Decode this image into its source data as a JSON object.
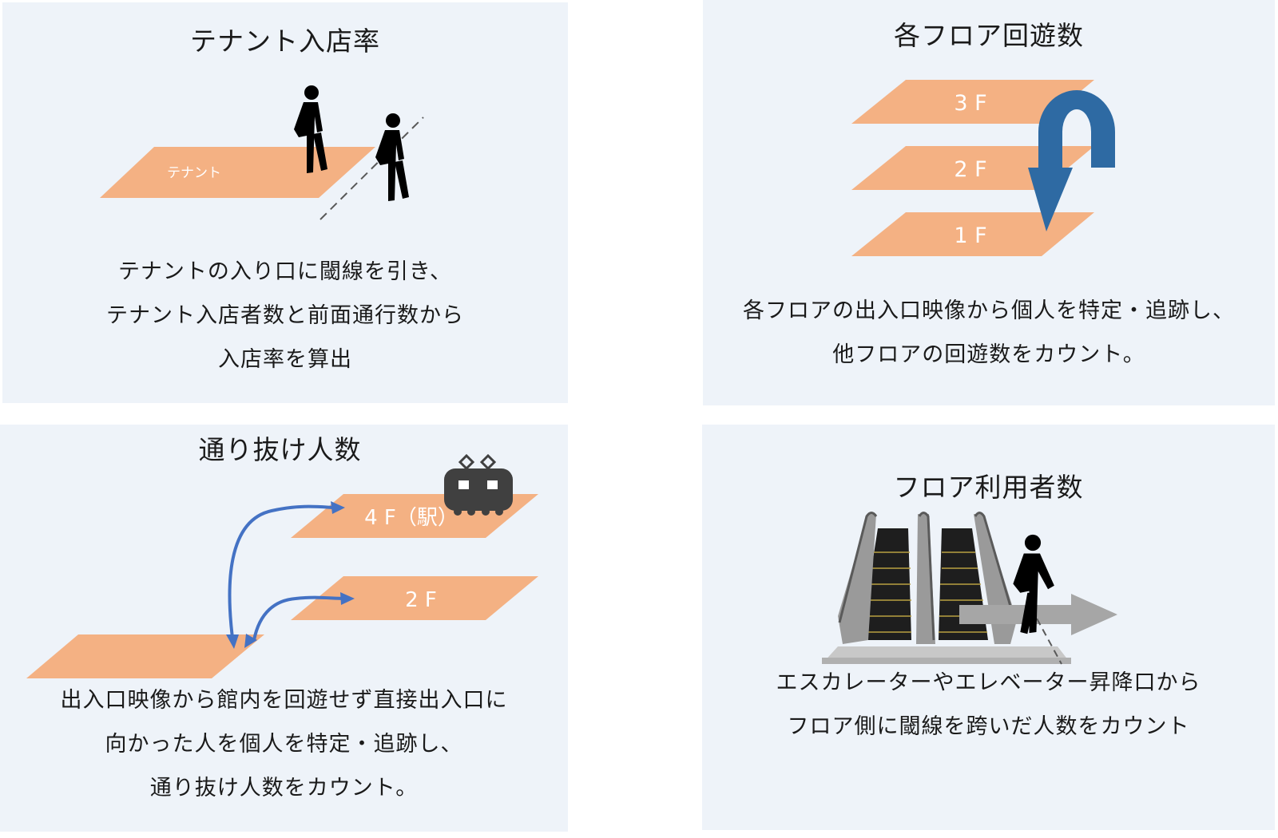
{
  "panels": {
    "tenant_entry": {
      "title": "テナント入店率",
      "floor_label": "テナント",
      "lines": [
        "テナントの入り口に閾線を引き、",
        "テナント入店者数と前面通行数から",
        "入店率を算出"
      ]
    },
    "floor_circulation": {
      "title": "各フロア回遊数",
      "floors": [
        "3 F",
        "2 F",
        "1 F"
      ],
      "lines": [
        "各フロアの出入口映像から個人を特定・追跡し、",
        "他フロアの回遊数をカウント。"
      ]
    },
    "pass_through": {
      "title": "通り抜け人数",
      "floor_upper": "4 F（駅）",
      "floor_middle": "2 F",
      "lines": [
        "出入口映像から館内を回遊せず直接出入口に",
        "向かった人を個人を特定・追跡し、",
        "通り抜け人数をカウント。"
      ]
    },
    "floor_users": {
      "title": "フロア利用者数",
      "lines": [
        "エスカレーターやエレベーター昇降口から",
        "フロア側に閾線を跨いだ人数をカウント"
      ]
    }
  },
  "colors": {
    "panel_bg": "#eef3f9",
    "floor": "#f4b183",
    "u_arrow": "#2e6aa3",
    "flow_arrow": "#4472c4",
    "gray_arrow": "#a6a6a6"
  },
  "icons": [
    "walking-person-icon",
    "train-icon",
    "escalator-image",
    "u-turn-arrow-icon"
  ]
}
